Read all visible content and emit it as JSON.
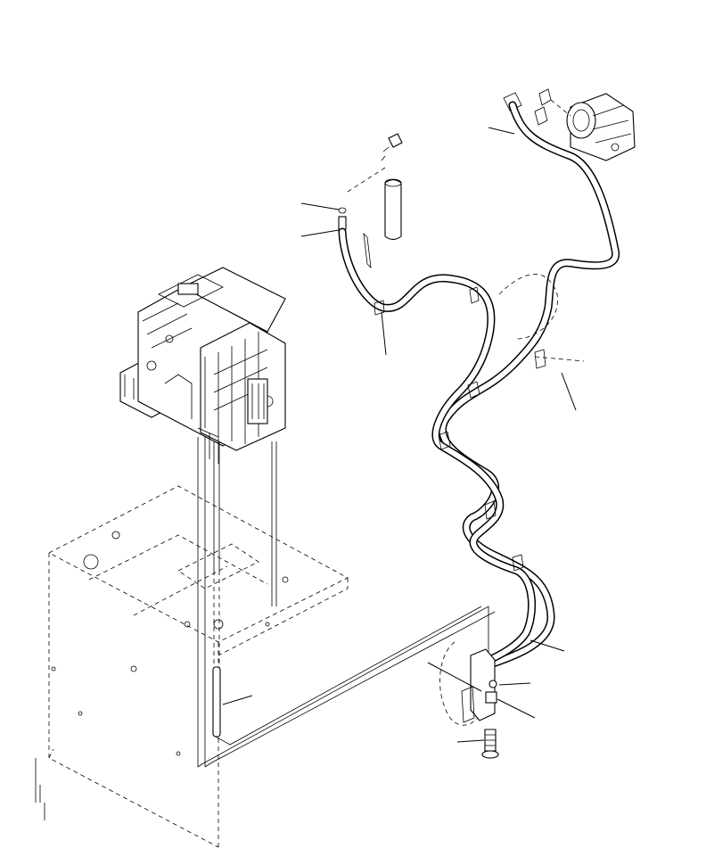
{
  "diagram": {
    "parts": [
      {
        "id": "hvac-unit",
        "icon": "hvac-unit-icon"
      },
      {
        "id": "compressor",
        "icon": "compressor-icon"
      },
      {
        "id": "receiver-drier",
        "icon": "receiver-drier-icon"
      },
      {
        "id": "condenser-bracket",
        "icon": "bracket-icon"
      },
      {
        "id": "floor-plate",
        "icon": "floor-plate-icon"
      },
      {
        "id": "drain-tube",
        "icon": "tube-icon"
      },
      {
        "id": "bolt",
        "icon": "bolt-icon"
      }
    ],
    "callouts": []
  }
}
